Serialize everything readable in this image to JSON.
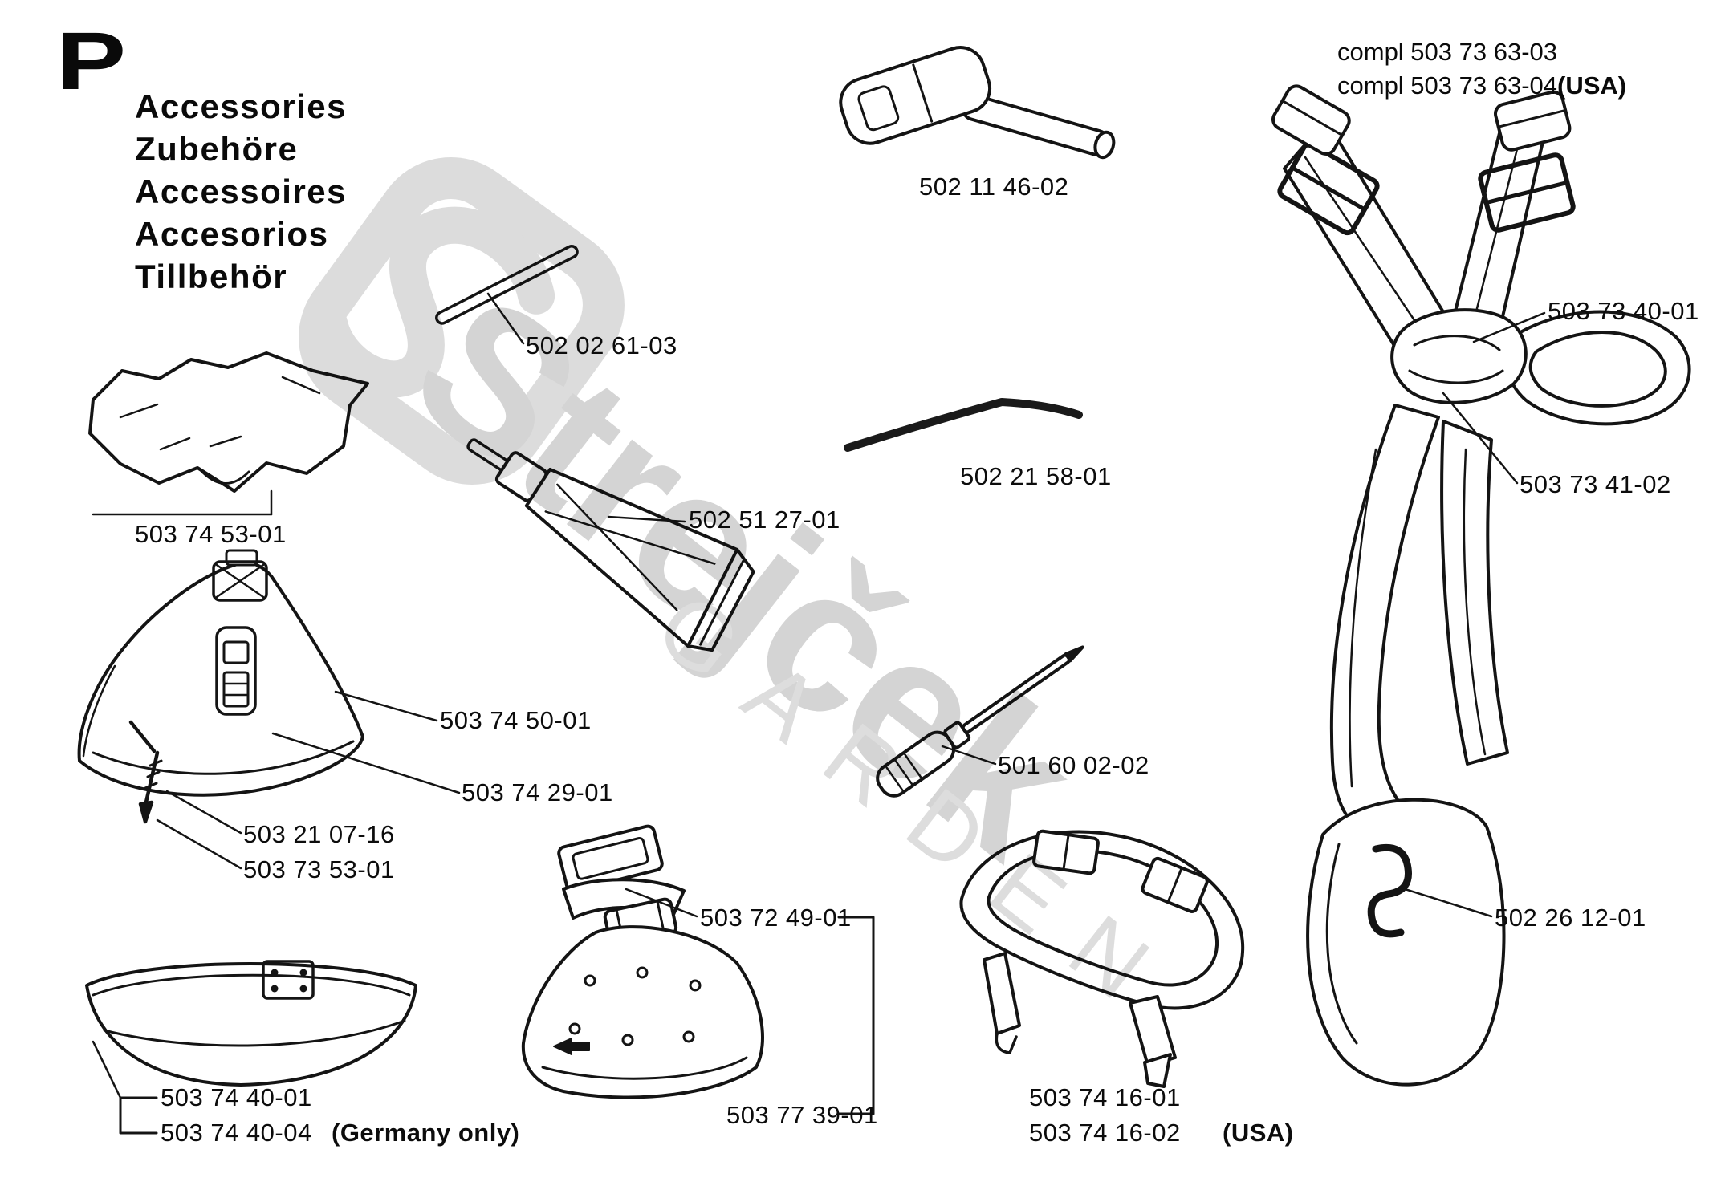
{
  "header": {
    "section_letter": "P",
    "languages": [
      "Accessories",
      "Zubehöre",
      "Accessoires",
      "Accesorios",
      "Tillbehör"
    ],
    "compl_lines": [
      {
        "text": "compl 503 73 63-03",
        "suffix": ""
      },
      {
        "text": "compl 503 73 63-04",
        "suffix": "(USA)"
      }
    ]
  },
  "watermark": {
    "text": "Strejček",
    "subtext": "GARDEN"
  },
  "parts": [
    {
      "label": "502 11 46-02",
      "name": "t-handle-wrench"
    },
    {
      "label": "502 02 61-03",
      "name": "locking-pin"
    },
    {
      "label": "502 21 58-01",
      "name": "hex-key"
    },
    {
      "label": "502 51 27-01",
      "name": "grease-tube"
    },
    {
      "label": "503 74 53-01",
      "name": "bracket-guard"
    },
    {
      "label": "503 73 40-01",
      "name": "harness-strap"
    },
    {
      "label": "503 73 41-02",
      "name": "harness-buckle"
    },
    {
      "label": "503 74 50-01",
      "name": "trimmer-guard"
    },
    {
      "label": "503 74 29-01",
      "name": "guard-insert"
    },
    {
      "label": "503 21 07-16",
      "name": "screw"
    },
    {
      "label": "503 73 53-01",
      "name": "guard-extension"
    },
    {
      "label": "501 60 02-02",
      "name": "screwdriver"
    },
    {
      "label": "503 72 49-01",
      "name": "clamp"
    },
    {
      "label": "502 26 12-01",
      "name": "hip-pad-hook"
    },
    {
      "label": "503 77 39-01",
      "name": "guard-assembly"
    },
    {
      "label": "503 74 16-01",
      "name": "strap-usa-1"
    },
    {
      "label": "503 74 16-02",
      "name": "strap-usa-2"
    },
    {
      "label": "503 74 40-01",
      "name": "blade-guard-1"
    },
    {
      "label": "503 74 40-04",
      "name": "blade-guard-2"
    }
  ],
  "notes": {
    "germany_only": "(Germany only)",
    "usa": "(USA)"
  }
}
